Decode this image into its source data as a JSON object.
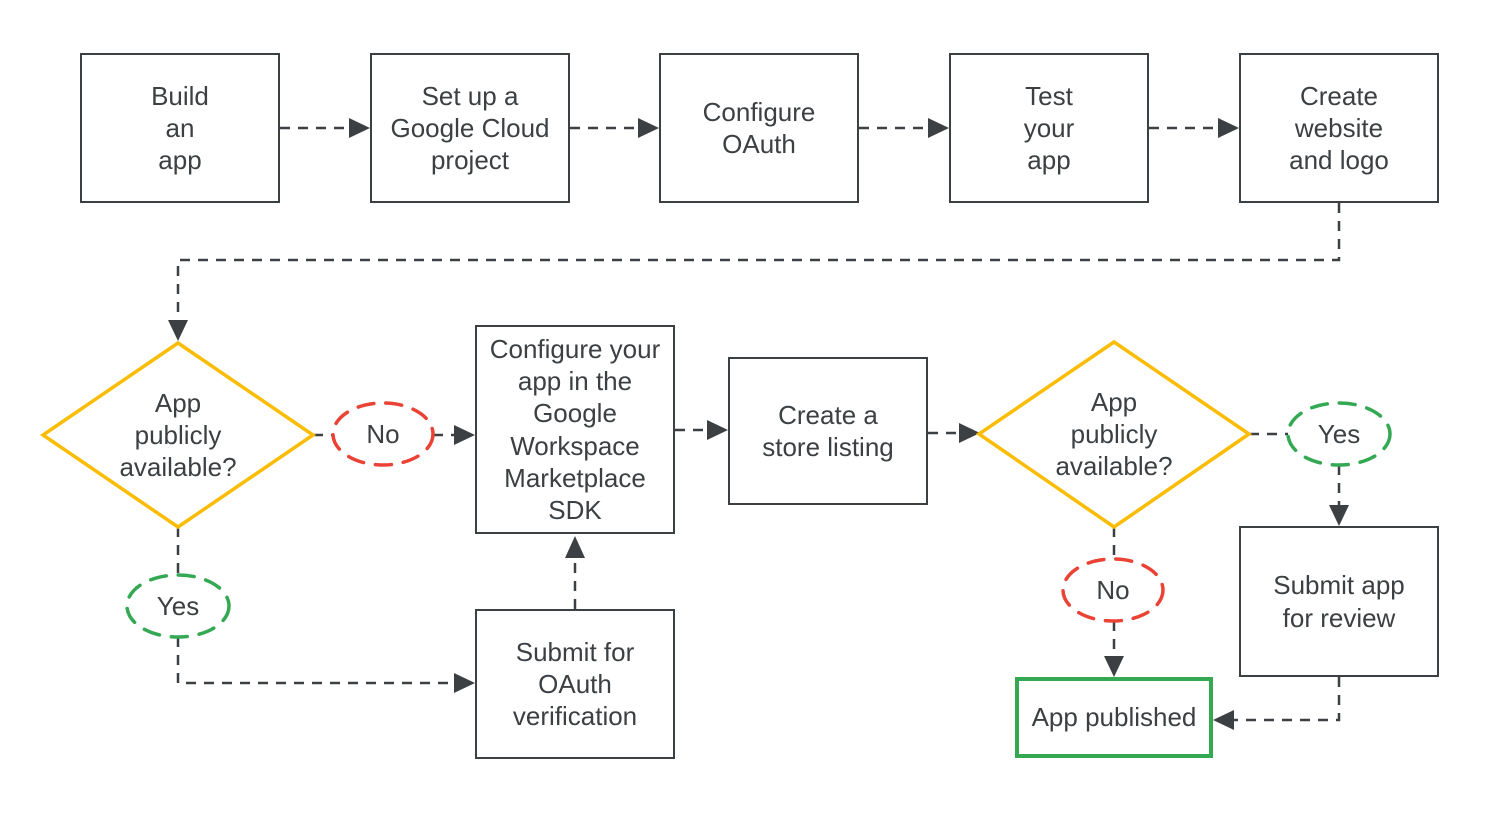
{
  "diagram": {
    "description": "Flowchart of publishing an app to the Google Workspace Marketplace",
    "colors": {
      "line": "#3c4043",
      "text": "#3c4043",
      "decision_diamond": "#fbbc04",
      "yes_oval": "#34a853",
      "no_oval": "#ea4335",
      "published_box": "#34a853",
      "background": "#ffffff"
    },
    "nodes": {
      "build_app": {
        "type": "process",
        "label": "Build\nan\napp"
      },
      "setup_project": {
        "type": "process",
        "label": "Set up a\nGoogle Cloud\nproject"
      },
      "configure_oauth": {
        "type": "process",
        "label": "Configure\nOAuth"
      },
      "test_app": {
        "type": "process",
        "label": "Test\nyour\napp"
      },
      "create_website": {
        "type": "process",
        "label": "Create\nwebsite\nand logo"
      },
      "decision_left": {
        "type": "decision",
        "label": "App\npublicly\navailable?"
      },
      "configure_sdk": {
        "type": "process",
        "label": "Configure your\napp in the\nGoogle\nWorkspace\nMarketplace\nSDK"
      },
      "store_listing": {
        "type": "process",
        "label": "Create a\nstore listing"
      },
      "submit_oauth": {
        "type": "process",
        "label": "Submit for\nOAuth\nverification"
      },
      "decision_right": {
        "type": "decision",
        "label": "App\npublicly\navailable?"
      },
      "submit_review": {
        "type": "process",
        "label": "Submit app\nfor review"
      },
      "app_published": {
        "type": "terminal",
        "label": "App published"
      }
    },
    "edge_labels": {
      "left_no": {
        "label": "No"
      },
      "left_yes": {
        "label": "Yes"
      },
      "right_yes": {
        "label": "Yes"
      },
      "right_no": {
        "label": "No"
      }
    },
    "edges": [
      {
        "from": "build_app",
        "to": "setup_project"
      },
      {
        "from": "setup_project",
        "to": "configure_oauth"
      },
      {
        "from": "configure_oauth",
        "to": "test_app"
      },
      {
        "from": "test_app",
        "to": "create_website"
      },
      {
        "from": "create_website",
        "to": "decision_left"
      },
      {
        "from": "decision_left",
        "to": "configure_sdk",
        "label": "No"
      },
      {
        "from": "decision_left",
        "to": "submit_oauth",
        "label": "Yes"
      },
      {
        "from": "submit_oauth",
        "to": "configure_sdk"
      },
      {
        "from": "configure_sdk",
        "to": "store_listing"
      },
      {
        "from": "store_listing",
        "to": "decision_right"
      },
      {
        "from": "decision_right",
        "to": "submit_review",
        "label": "Yes"
      },
      {
        "from": "decision_right",
        "to": "app_published",
        "label": "No"
      },
      {
        "from": "submit_review",
        "to": "app_published"
      }
    ]
  }
}
